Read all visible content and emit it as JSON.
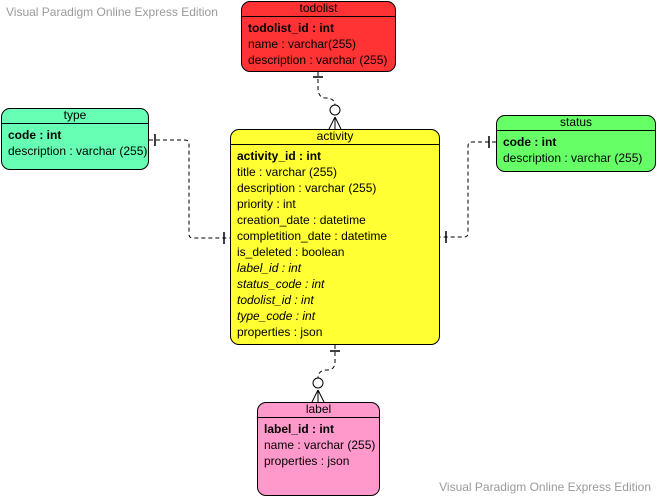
{
  "watermark": {
    "top": "Visual Paradigm Online Express Edition",
    "bottom": "Visual Paradigm Online Express Edition"
  },
  "colors": {
    "todolist": "#ff3333",
    "type": "#66ffb3",
    "status": "#66ff66",
    "activity": "#ffff33",
    "label": "#ff99cc"
  },
  "entities": {
    "todolist": {
      "title": "todolist",
      "fields": [
        {
          "text": "todolist_id : int",
          "kind": "pk"
        },
        {
          "text": "name : varchar(255)",
          "kind": "normal"
        },
        {
          "text": "description : varchar (255)",
          "kind": "normal"
        }
      ]
    },
    "type": {
      "title": "type",
      "fields": [
        {
          "text": "code : int",
          "kind": "pk"
        },
        {
          "text": "description : varchar (255)",
          "kind": "normal"
        }
      ]
    },
    "status": {
      "title": "status",
      "fields": [
        {
          "text": "code : int",
          "kind": "pk"
        },
        {
          "text": "description : varchar (255)",
          "kind": "normal"
        }
      ]
    },
    "activity": {
      "title": "activity",
      "fields": [
        {
          "text": "activity_id : int",
          "kind": "pk"
        },
        {
          "text": "title : varchar (255)",
          "kind": "normal"
        },
        {
          "text": "description : varchar (255)",
          "kind": "normal"
        },
        {
          "text": "priority : int",
          "kind": "normal"
        },
        {
          "text": "creation_date : datetime",
          "kind": "normal"
        },
        {
          "text": "completition_date : datetime",
          "kind": "normal"
        },
        {
          "text": "is_deleted : boolean",
          "kind": "normal"
        },
        {
          "text": "label_id : int",
          "kind": "fk"
        },
        {
          "text": "status_code : int",
          "kind": "fk"
        },
        {
          "text": "todolist_id : int",
          "kind": "fk"
        },
        {
          "text": "type_code : int",
          "kind": "fk"
        },
        {
          "text": "properties : json",
          "kind": "normal"
        }
      ]
    },
    "label": {
      "title": "label",
      "fields": [
        {
          "text": "label_id : int",
          "kind": "pk"
        },
        {
          "text": "name : varchar (255)",
          "kind": "normal"
        },
        {
          "text": "properties : json",
          "kind": "normal"
        }
      ]
    }
  },
  "relationships": [
    {
      "from": "todolist",
      "to": "activity",
      "from_end": "one",
      "to_end": "zero-or-many"
    },
    {
      "from": "type",
      "to": "activity",
      "from_end": "one",
      "to_end": "one"
    },
    {
      "from": "status",
      "to": "activity",
      "from_end": "one",
      "to_end": "one"
    },
    {
      "from": "activity",
      "to": "label",
      "from_end": "one",
      "to_end": "zero-or-many"
    }
  ]
}
